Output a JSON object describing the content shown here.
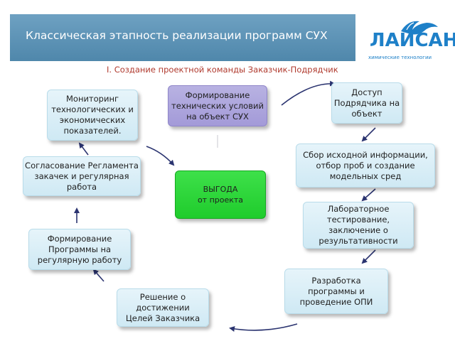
{
  "header": {
    "title": "Классическая этапность реализации программ СУХ",
    "subtitle": "I. Создание проектной команды Заказчик-Подрядчик"
  },
  "logo": {
    "word": "ЛАЙСАН",
    "tagline": "химические технологии"
  },
  "steps": {
    "monitoring": "Мониторинг\nтехнологических и\nэкономических\nпоказателей.",
    "tech_conditions": "Формирование\nтехнических условий\nна объект СУХ",
    "access": "Доступ\nПодрядчика на\nобъект",
    "reglament": "Согласование Регламента\nзакачек и регулярная\nработа",
    "benefit": "ВЫГОДА\nот проекта",
    "data_collection": "Сбор исходной информации,\nотбор проб и создание\nмодельных сред",
    "lab_testing": "Лабораторное\nтестирование,\nзаключение о\nрезультативности",
    "program_forming": "Формирование\nПрограммы на\nрегулярную работу",
    "decision": "Решение о\nдостижении\nЦелей Заказчика",
    "program_dev": "Разработка\nпрограммы и\nпроведение ОПИ"
  },
  "colors": {
    "title_bar": "#5a91b5",
    "step_fill": "#d6edf7",
    "tech_conditions_fill": "#aba3dc",
    "benefit_fill": "#2ad436",
    "arrow": "#2b3470",
    "subtitle": "#b03a2e",
    "logo": "#1e80c8"
  }
}
